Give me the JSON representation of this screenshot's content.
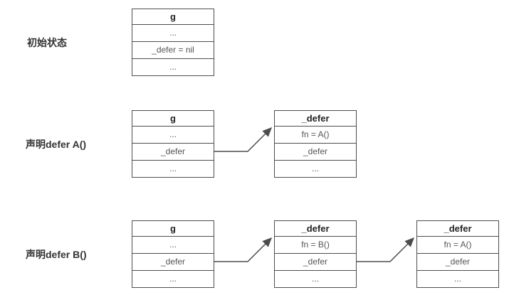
{
  "diagram": {
    "title": "go defer linked list states",
    "colors": {
      "border": "#4d4d4d",
      "label_text": "#333333",
      "cell_text": "#555555",
      "arrow": "#4d4d4d",
      "background": "#ffffff"
    },
    "rows": [
      {
        "label": "初始状态",
        "boxes": [
          {
            "title": "g",
            "fields": [
              "...",
              "_defer = nil",
              "..."
            ]
          }
        ]
      },
      {
        "label": "声明defer A()",
        "boxes": [
          {
            "title": "g",
            "fields": [
              "...",
              "_defer",
              "..."
            ]
          },
          {
            "title": "_defer",
            "fields": [
              "fn = A()",
              "_defer",
              "..."
            ]
          }
        ]
      },
      {
        "label": "声明defer B()",
        "boxes": [
          {
            "title": "g",
            "fields": [
              "...",
              "_defer",
              "..."
            ]
          },
          {
            "title": "_defer",
            "fields": [
              "fn = B()",
              "_defer",
              "..."
            ]
          },
          {
            "title": "_defer",
            "fields": [
              "fn = A()",
              "_defer",
              "..."
            ]
          }
        ]
      }
    ]
  }
}
